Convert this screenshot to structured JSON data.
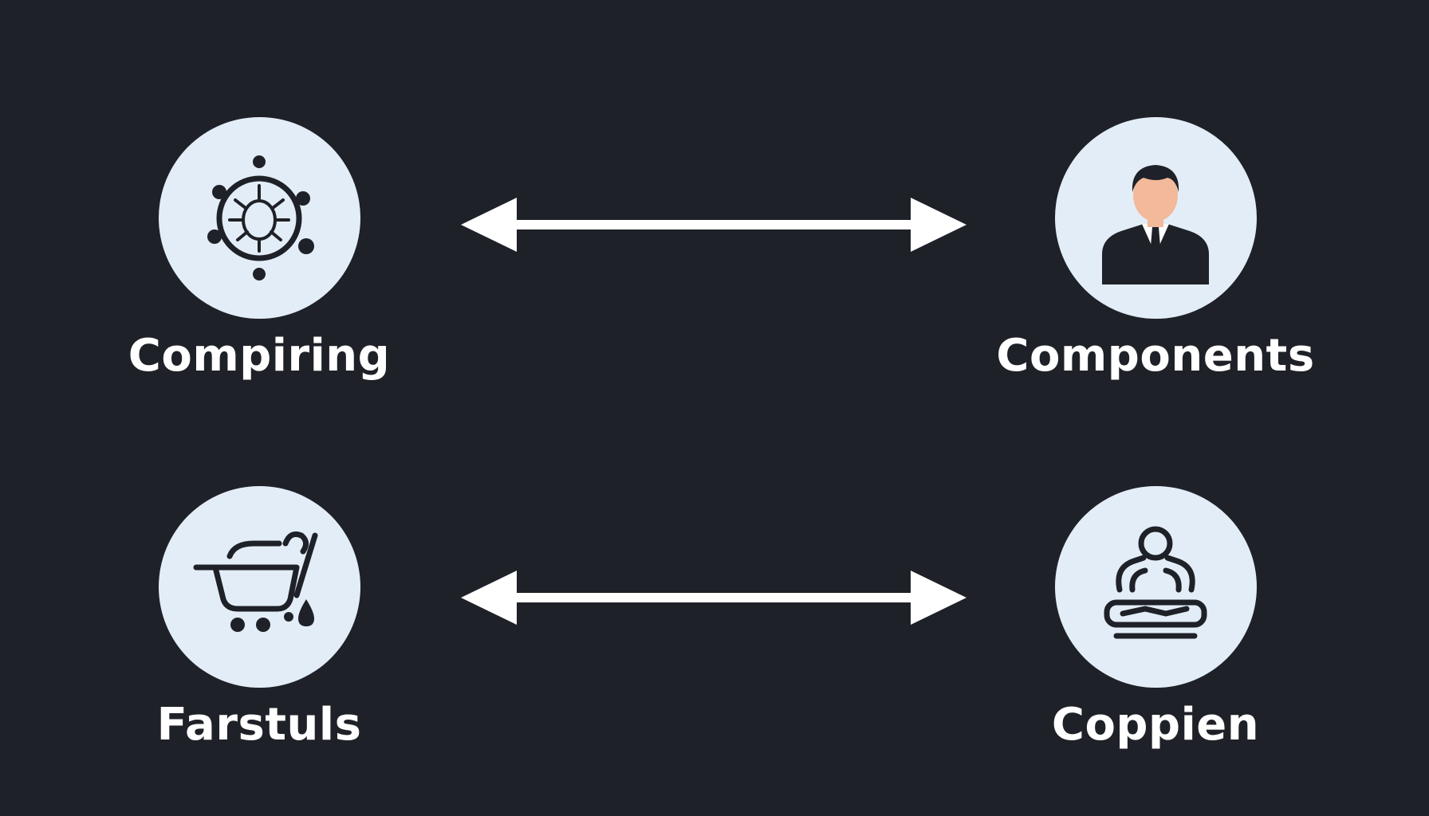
{
  "colors": {
    "background": "#1f2128",
    "circle": "#e3edf7",
    "icon": "#1f2128",
    "arrow": "#ffffff",
    "label": "#ffffff",
    "skin": "#f2b99a"
  },
  "nodes": [
    {
      "label": "Compiring",
      "icon": "gear-bug-icon"
    },
    {
      "label": "Components",
      "icon": "businessman-icon"
    },
    {
      "label": "Farstuls",
      "icon": "cart-icon"
    },
    {
      "label": "Coppien",
      "icon": "person-desk-icon"
    }
  ],
  "arrows": [
    {
      "from": "Compiring",
      "to": "Components",
      "direction": "bidirectional"
    },
    {
      "from": "Farstuls",
      "to": "Coppien",
      "direction": "bidirectional"
    }
  ]
}
